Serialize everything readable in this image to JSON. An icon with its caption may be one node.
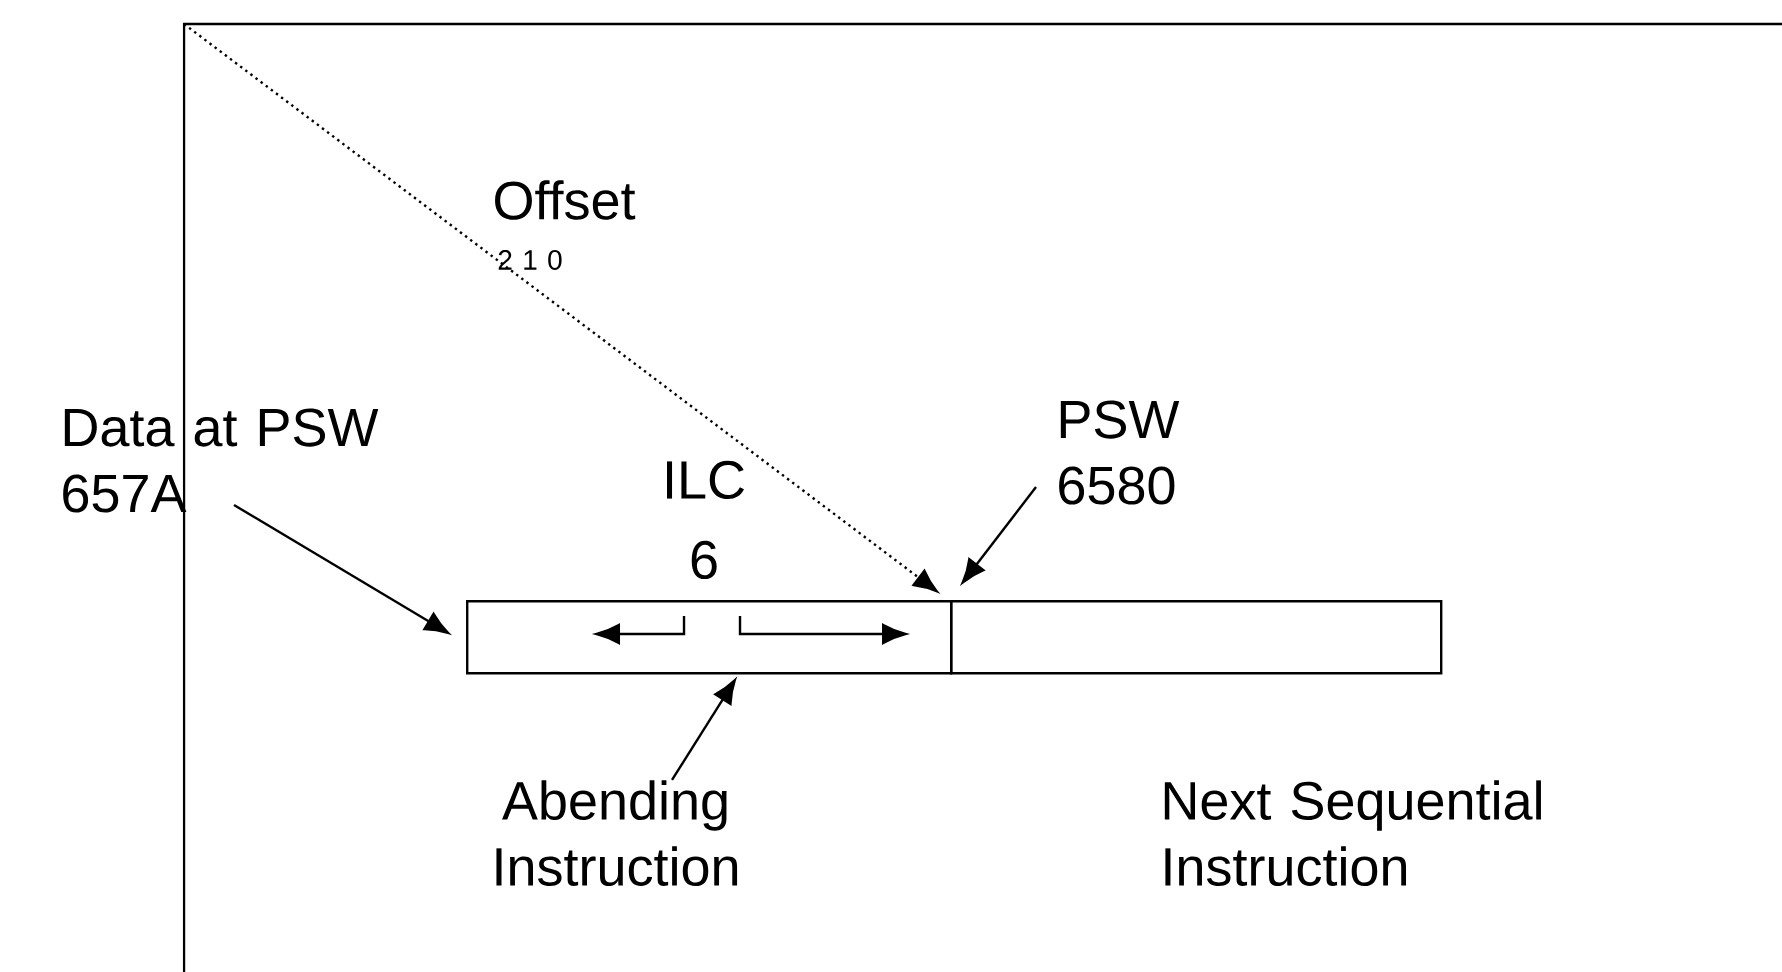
{
  "diagram": {
    "nodes": [
      {
        "text": [
          "Data at PSW 657A"
        ]
      },
      {
        "text": [],
        "shape": "box"
      },
      {
        "text": [],
        "shape": "box"
      },
      {
        "text": [
          "PSW 6580"
        ]
      },
      {
        "text": [
          "Abending Instruction"
        ]
      }
    ],
    "edges": [
      {
        "from": 0,
        "to": 1,
        "arrow": "to"
      },
      {
        "from": 3,
        "to": 2,
        "arrow": "to"
      },
      {
        "from": 4,
        "to": 1,
        "arrow": "to"
      },
      {
        "from": null,
        "to": 1,
        "arrow": "to",
        "style": "dashed"
      }
    ],
    "labels": [
      "Offset",
      "2 1 0",
      "ILC",
      "6",
      "Next Sequential Instruction"
    ]
  }
}
